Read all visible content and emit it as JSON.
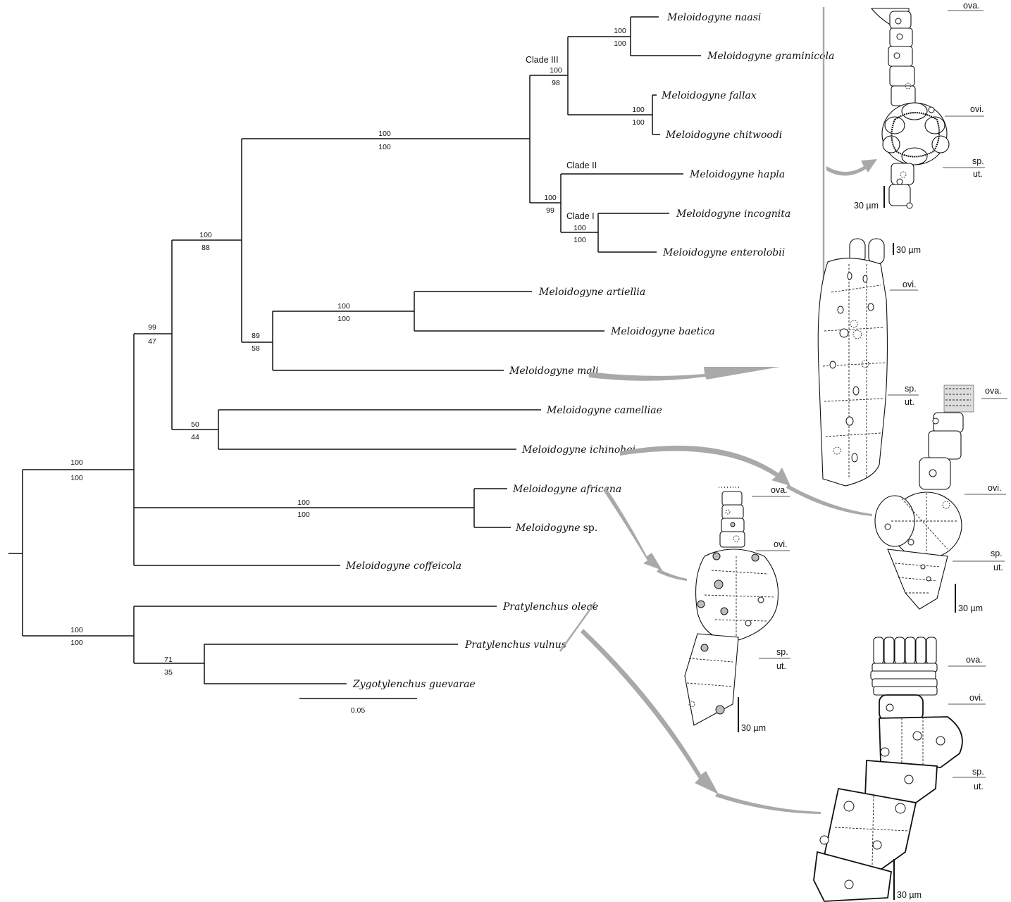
{
  "taxa": {
    "naasi": "Meloidogyne naasi",
    "graminicola": "Meloidogyne graminicola",
    "fallax": "Meloidogyne fallax",
    "chitwoodi": "Meloidogyne chitwoodi",
    "hapla": "Meloidogyne hapla",
    "incognita": "Meloidogyne incognita",
    "enterolobii": "Meloidogyne enterolobii",
    "artiellia": "Meloidogyne artiellia",
    "baetica": "Meloidogyne baetica",
    "mali": "Meloidogyne mali",
    "camelliae": "Meloidogyne camelliae",
    "ichinohei": "Meloidogyne ichinohei",
    "africana": "Meloidogyne africana",
    "sp_genus": "Meloidogyne",
    "sp_suffix": "sp.",
    "coffeicola": "Meloidogyne coffeicola",
    "oleae": "Pratylenchus oleae",
    "vulnus": "Pratylenchus vulnus",
    "guevarae": "Zygotylenchus guevarae"
  },
  "clades": {
    "clade3": "Clade III",
    "clade2": "Clade II",
    "clade1": "Clade I"
  },
  "support": {
    "naasi_gram": [
      "100",
      "100"
    ],
    "fallax_chit": [
      "100",
      "100"
    ],
    "clade3": [
      "100",
      "98"
    ],
    "inc_ent": [
      "100",
      "100"
    ],
    "clade1_2": [
      "100",
      "99"
    ],
    "big": [
      "100",
      "100"
    ],
    "art_bae": [
      "100",
      "100"
    ],
    "mali_grp": [
      "89",
      "58"
    ],
    "core": [
      "100",
      "88"
    ],
    "cam_ich": [
      "50",
      "44"
    ],
    "in99": [
      "99",
      "47"
    ],
    "afr": [
      "100",
      "100"
    ],
    "melo": [
      "100",
      "100"
    ],
    "outgroup": [
      "100",
      "100"
    ],
    "vul_zyg": [
      "71",
      "35"
    ]
  },
  "scale_bar": "0.05",
  "anatomy": {
    "ova": "ova.",
    "ovi": "ovi.",
    "sp": "sp.",
    "ut": "ut.",
    "scale": "30 µm"
  }
}
